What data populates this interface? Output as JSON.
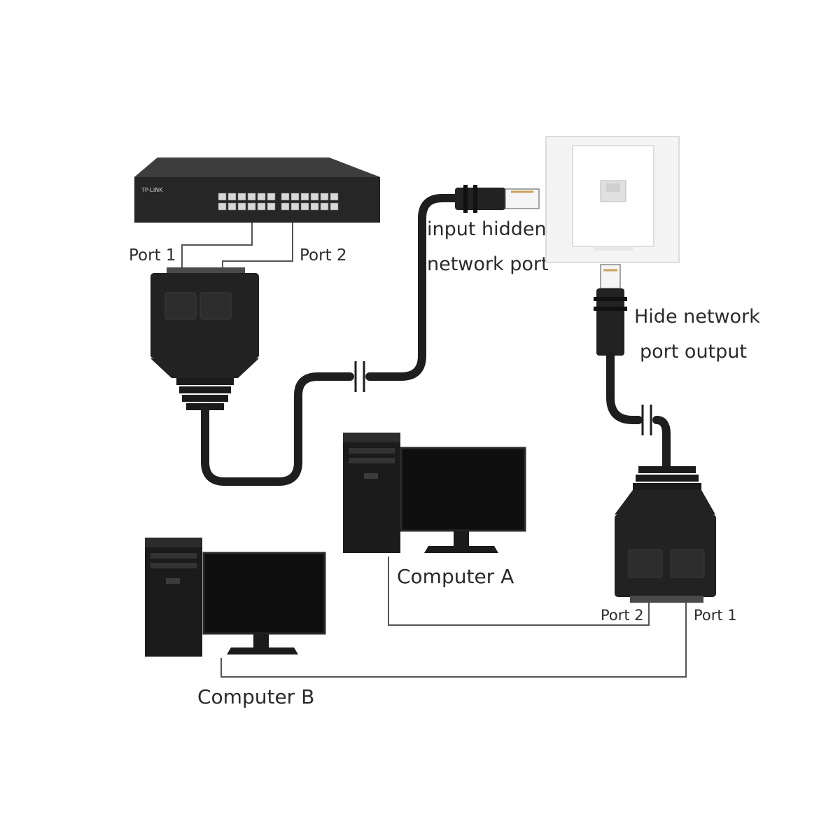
{
  "switch": {
    "brand": "TP-LINK",
    "port_count": 24
  },
  "labels": {
    "port1_top": "Port 1",
    "port2_top": "Port 2",
    "input_line1": "input hidden",
    "input_line2": "network port",
    "output_line1": "Hide network",
    "output_line2": "port output",
    "computer_a": "Computer A",
    "computer_b": "Computer B",
    "port2_bottom": "Port 2",
    "port1_bottom": "Port 1"
  },
  "colors": {
    "cable": "#1e1e1e",
    "device": "#2b2b2b",
    "line": "#555555",
    "wallplate": "#f4f4f4"
  }
}
